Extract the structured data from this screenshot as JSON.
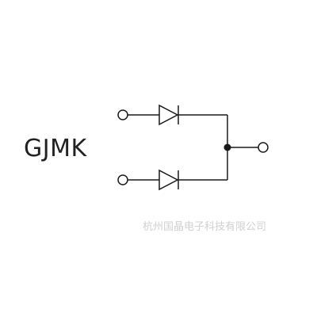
{
  "diagram": {
    "model_label": "GJMK",
    "watermark": "杭州国晶电子科技有限公司",
    "colors": {
      "stroke": "#1a1a1a",
      "background": "#ffffff",
      "watermark": "#d0d0d0"
    },
    "components": [
      {
        "kind": "terminal",
        "id": "anode-terminal-1"
      },
      {
        "kind": "diode",
        "id": "diode-1"
      },
      {
        "kind": "terminal",
        "id": "anode-terminal-2"
      },
      {
        "kind": "diode",
        "id": "diode-2"
      },
      {
        "kind": "junction",
        "id": "common-node"
      },
      {
        "kind": "terminal",
        "id": "cathode-terminal"
      }
    ]
  }
}
